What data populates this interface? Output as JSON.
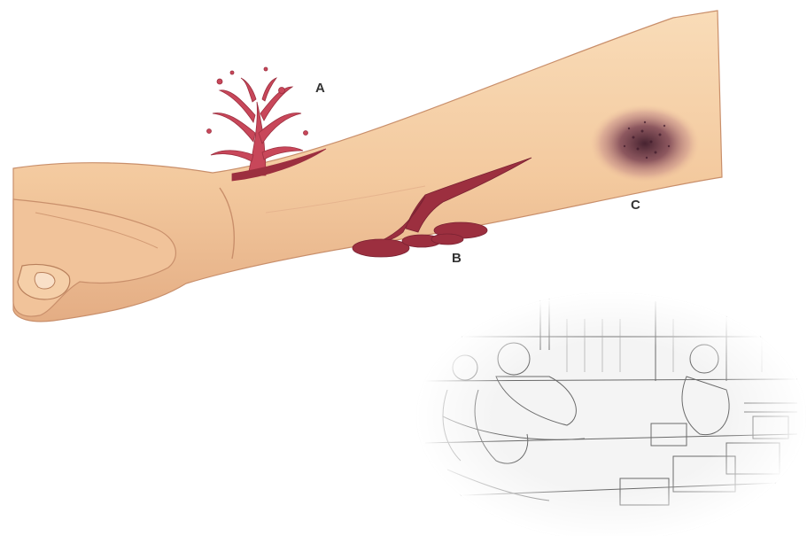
{
  "labels": {
    "a": "A",
    "b": "B",
    "c": "C"
  },
  "colors": {
    "skin": "#f5d0a9",
    "skin_shadow": "#e2a97f",
    "arterial_blood": "#c8475a",
    "venous_blood": "#9c2f3f",
    "bruise": "#5a2a3a",
    "sketch_line": "#555555",
    "background": "#ffffff"
  }
}
